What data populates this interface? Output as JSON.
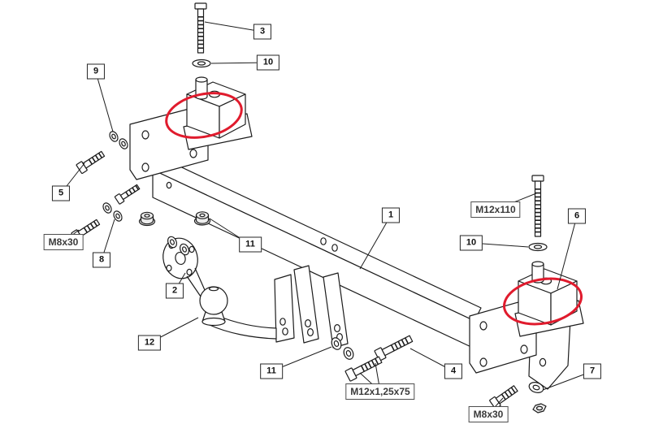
{
  "figure": {
    "type": "exploded-assembly-diagram",
    "subject": "Towbar (trailer hitch) exploded parts diagram",
    "background_color": "#ffffff",
    "line_color": "#1c1c1c",
    "highlight_color": "#e01b2d"
  },
  "callouts": {
    "item_1": "1",
    "item_2": "2",
    "item_3": "3",
    "item_4": "4",
    "item_5": "5",
    "item_6": "6",
    "item_7": "7",
    "item_8": "8",
    "item_9": "9",
    "item_10_top": "10",
    "item_10_right": "10",
    "item_11_upper": "11",
    "item_11_lower": "11",
    "item_12": "12"
  },
  "labels": {
    "bolt_spec_left": "M8x30",
    "bolt_spec_right_top": "M12x110",
    "bolt_spec_center": "M12x1,25x75",
    "bolt_spec_bottom_right": "M8x30"
  }
}
